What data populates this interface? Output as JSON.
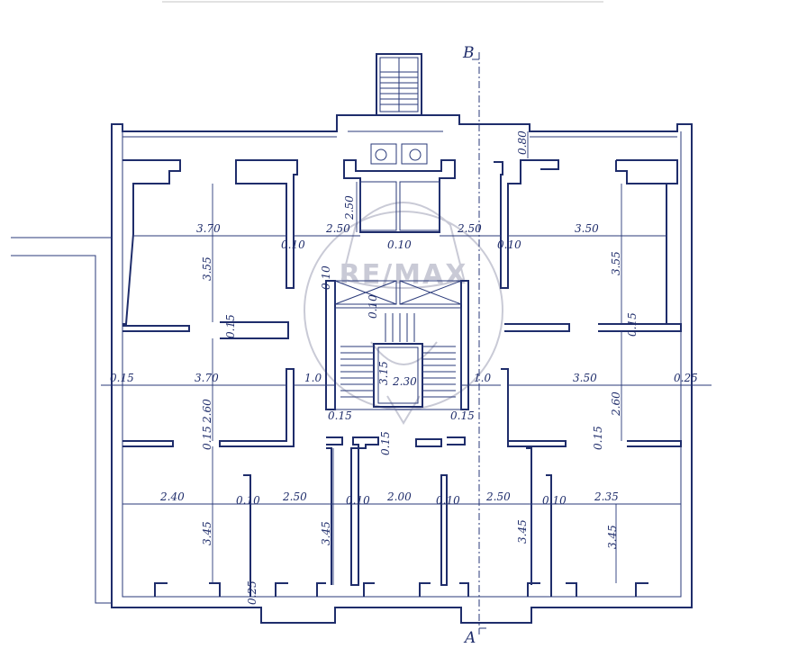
{
  "plan": {
    "section_marks": {
      "top": "B",
      "bottom": "A"
    },
    "watermark": {
      "text": "RE/MAX"
    },
    "dimensions": {
      "upper_left_width": "3.70",
      "upper_left_height": "3.55",
      "stair_landing_left": "2.50",
      "stair_landing_right": "2.50",
      "stair_core_height": "2.50",
      "upper_right_width": "3.50",
      "upper_right_height": "3.55",
      "top_right_offset": "0.80",
      "wall_010_a": "0.10",
      "wall_010_b": "0.10",
      "wall_010_c": "0.10",
      "wall_010_d": "0.10",
      "wall_010_e": "0.10",
      "wall_015_a": "0.15",
      "wall_015_b": "0.15",
      "mid_left_edge": "0.15",
      "mid_left_width": "3.70",
      "mid_left_height": "2.60",
      "mid_left_corridor": "1.0",
      "stair_inner_height": "3.15",
      "stair_inner_width": "2.30",
      "mid_right_corridor": "1.0",
      "mid_right_width": "3.50",
      "mid_right_height": "2.60",
      "mid_right_edge": "0.25",
      "stair_base_left": "0.15",
      "stair_base_right": "0.15",
      "wall_015_c": "0.15",
      "wall_015_d": "0.15",
      "wall_015_e": "0.15",
      "bottom_w1": "2.40",
      "bottom_w2": "2.50",
      "bottom_w3": "2.00",
      "bottom_w4": "2.50",
      "bottom_w5": "2.35",
      "bottom_t1": "0.10",
      "bottom_t2": "0.10",
      "bottom_t3": "0.10",
      "bottom_t4": "0.10",
      "bottom_h1": "3.45",
      "bottom_h2": "3.45",
      "bottom_h3": "3.45",
      "bottom_h4": "3.45",
      "bottom_offset": "0.25"
    },
    "colors": {
      "ink": "#1f2d6b",
      "watermark": "#c9cad6",
      "paper": "#ffffff"
    }
  }
}
